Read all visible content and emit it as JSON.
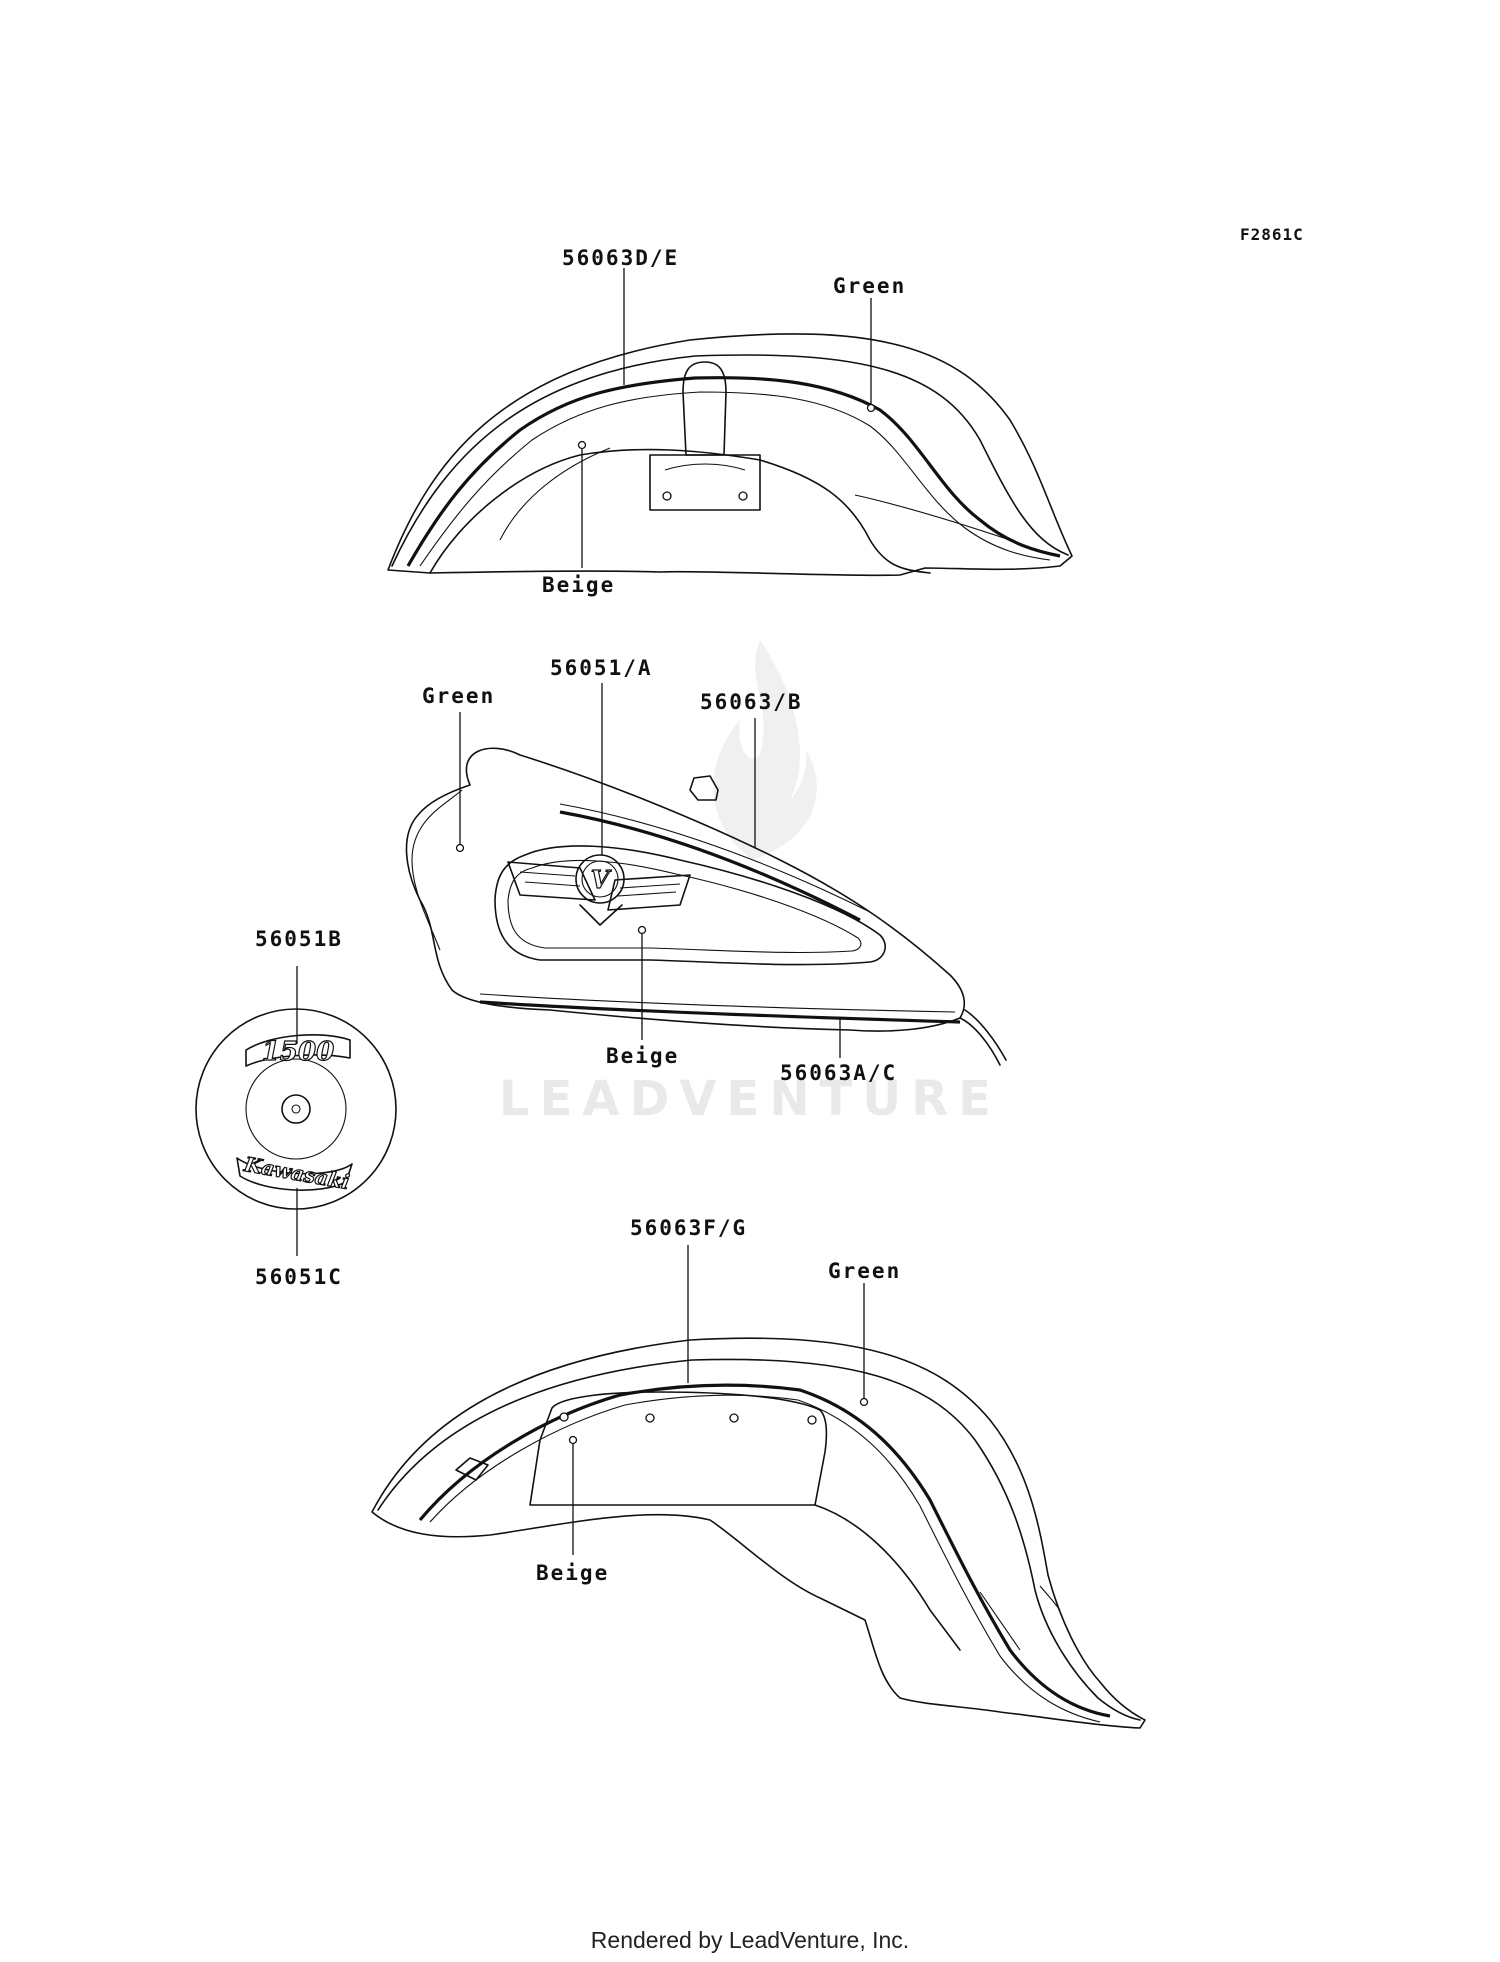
{
  "figure": {
    "code": "F2861C"
  },
  "watermark": {
    "brand": "LEADVENTURE"
  },
  "footer": {
    "rendered_by": "Rendered by LeadVenture, Inc."
  },
  "callouts": {
    "front_fender_stripe": "56063D/E",
    "front_fender_green": "Green",
    "front_fender_beige": "Beige",
    "tank_green": "Green",
    "tank_emblem": "56051/A",
    "tank_upper_stripe": "56063/B",
    "tank_beige": "Beige",
    "tank_lower_stripe": "56063A/C",
    "cover_top_emblem": "56051B",
    "cover_bottom_emblem": "56051C",
    "rear_fender_stripe": "56063F/G",
    "rear_fender_green": "Green",
    "rear_fender_beige": "Beige"
  },
  "emblems": {
    "displacement_text": "1500",
    "brand_text": "Kawasaki",
    "tank_badge_letter": "V"
  }
}
